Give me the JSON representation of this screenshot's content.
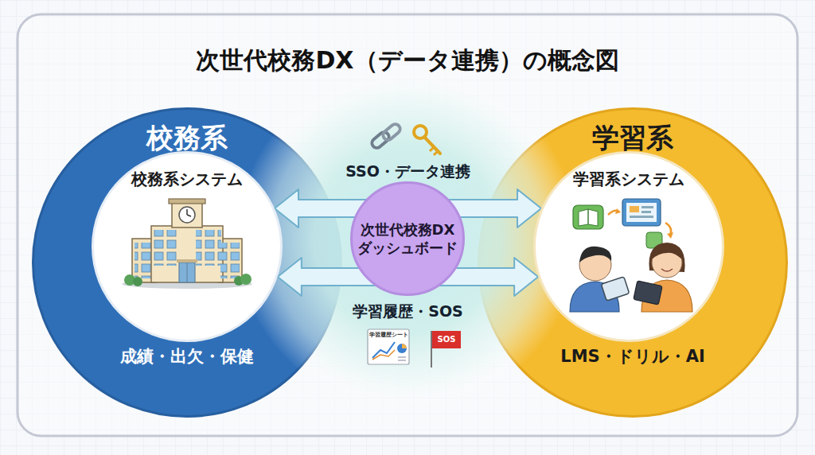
{
  "diagram": {
    "title": "次世代校務DX（データ連携）の概念図",
    "nodes": [
      {
        "text": [
          "校務系",
          "成績・出欠・保健"
        ]
      },
      {
        "text": [
          "校務系システム"
        ],
        "in": 0
      },
      {
        "text": [
          "次世代校務DX ダッシュボード"
        ]
      },
      {
        "text": [
          "学習系",
          "LMS・ドリル・AI"
        ]
      },
      {
        "text": [
          "学習系システム"
        ],
        "in": 3
      }
    ],
    "edges": [
      {
        "from": 1,
        "to": 4,
        "arrow": "both",
        "label": "SSO・データ連携"
      },
      {
        "from": 1,
        "to": 4,
        "arrow": "both",
        "label": "学習履歴・SOS"
      }
    ],
    "labels": [
      "学習履歴シート",
      "SOS"
    ]
  }
}
